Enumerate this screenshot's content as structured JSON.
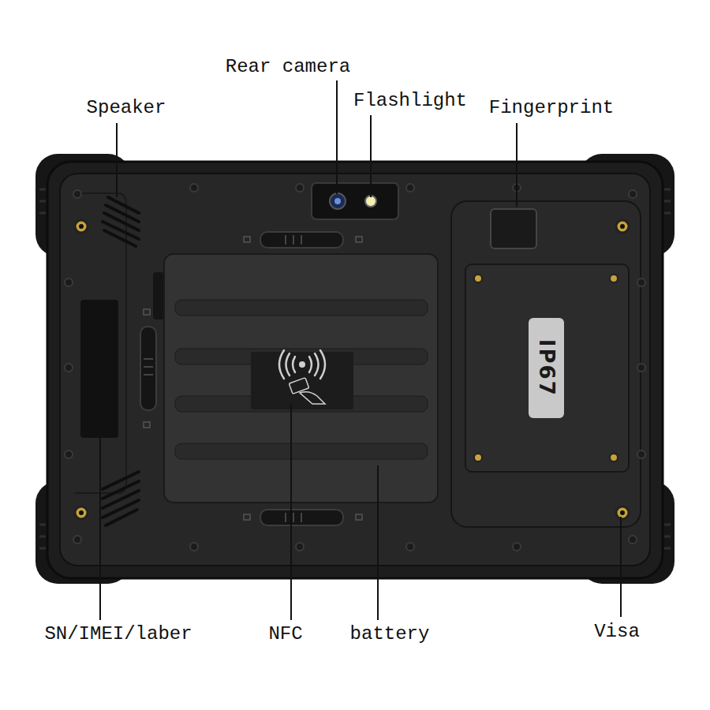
{
  "diagram": {
    "labels": [
      "Rear camera",
      "Speaker",
      "Flashlight",
      "Fingerprint",
      "IP67",
      "SN/IMEI/laber",
      "NFC",
      "battery",
      "Visa"
    ]
  }
}
